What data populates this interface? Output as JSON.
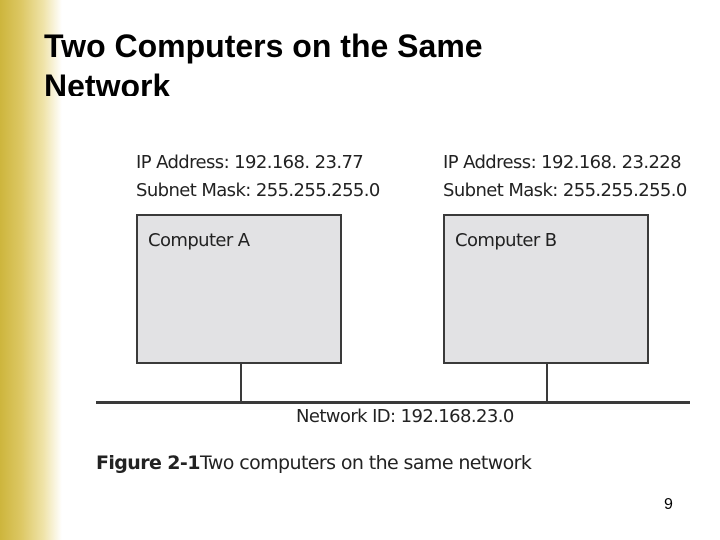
{
  "slide": {
    "title": "Two Computers on the Same Network",
    "page_number": "9"
  },
  "diagram": {
    "computer_a": {
      "ip": "IP Address: 192.168. 23.77",
      "mask": "Subnet Mask: 255.255.255.0",
      "label": "Computer A"
    },
    "computer_b": {
      "ip": "IP Address: 192.168. 23.228",
      "mask": "Subnet Mask: 255.255.255.0",
      "label": "Computer B"
    },
    "network_id": "Network ID: 192.168.23.0",
    "figure_number": "Figure 2-1",
    "figure_caption": "Two computers on the same network"
  },
  "colors": {
    "accent_bar": "#cdb53c",
    "box_fill": "#e2e2e4",
    "line": "#3a3a3a"
  }
}
